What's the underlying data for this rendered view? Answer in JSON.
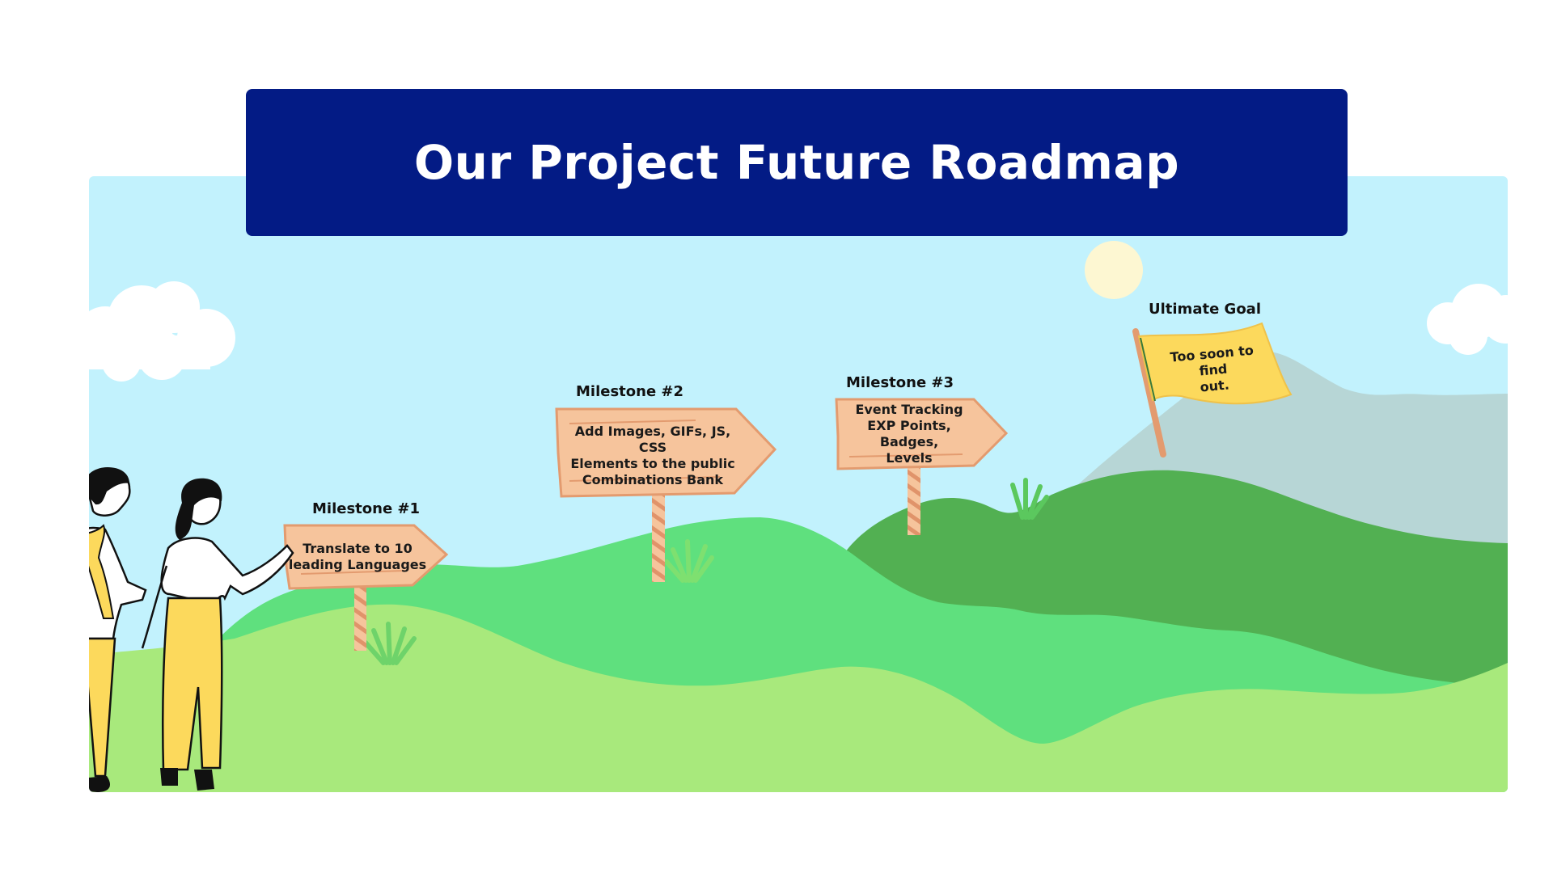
{
  "title": "Our Project Future Roadmap",
  "milestones": [
    {
      "label": "Milestone #1",
      "text": [
        "Translate to 10",
        "leading Languages"
      ]
    },
    {
      "label": "Milestone #2",
      "text": [
        "Add Images, GIFs, JS, CSS",
        "Elements to the public",
        "Combinations Bank"
      ]
    },
    {
      "label": "Milestone #3",
      "text": [
        "Event Tracking",
        "EXP Points, Badges,",
        "Levels"
      ]
    }
  ],
  "goal": {
    "label": "Ultimate Goal",
    "text": [
      "Too soon to find",
      "out."
    ]
  },
  "colors": {
    "banner": "#031b85",
    "sky": "#c2f2fd",
    "hill_front": "#a8e97c",
    "hill_mid": "#5fe07e",
    "hill_back": "#52b052",
    "mountain": "#b7d6d6",
    "sign": "#f6c49c",
    "flag": "#fcd95c",
    "sun": "#fdf7d2"
  }
}
